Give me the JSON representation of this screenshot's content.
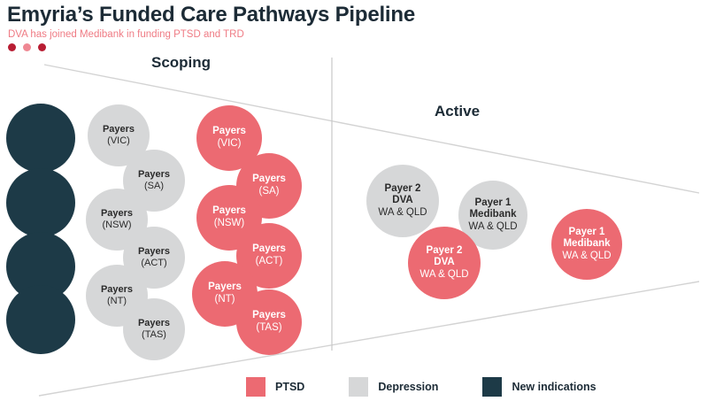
{
  "header": {
    "title": "Emyria’s Funded Care Pathways Pipeline",
    "subtitle": "DVA has joined Medibank in funding PTSD and TRD",
    "dots": [
      {
        "name": "dot-1",
        "color": "#b81d33"
      },
      {
        "name": "dot-2",
        "color": "#ef8893"
      },
      {
        "name": "dot-3",
        "color": "#b81d33"
      }
    ]
  },
  "stages": [
    {
      "id": "scoping",
      "label": "Scoping"
    },
    {
      "id": "active",
      "label": "Active"
    }
  ],
  "colors": {
    "ptsd": "#ec6a72",
    "depression": "#d6d7d8",
    "new_indications": "#1d3a47",
    "funnel_line": "#d3d3d3",
    "subtitle": "#ef7b84",
    "text_dark": "#1c2b36"
  },
  "new_indications_column": [
    {
      "name": "new-indication-bubble-1"
    },
    {
      "name": "new-indication-bubble-2"
    },
    {
      "name": "new-indication-bubble-3"
    },
    {
      "name": "new-indication-bubble-4"
    }
  ],
  "scoping_depression": [
    {
      "line1": "Payers",
      "line2": "(VIC)"
    },
    {
      "line1": "Payers",
      "line2": "(SA)"
    },
    {
      "line1": "Payers",
      "line2": "(NSW)"
    },
    {
      "line1": "Payers",
      "line2": "(ACT)"
    },
    {
      "line1": "Payers",
      "line2": "(NT)"
    },
    {
      "line1": "Payers",
      "line2": "(TAS)"
    }
  ],
  "scoping_ptsd": [
    {
      "line1": "Payers",
      "line2": "(VIC)"
    },
    {
      "line1": "Payers",
      "line2": "(SA)"
    },
    {
      "line1": "Payers",
      "line2": "(NSW)"
    },
    {
      "line1": "Payers",
      "line2": "(ACT)"
    },
    {
      "line1": "Payers",
      "line2": "(NT)"
    },
    {
      "line1": "Payers",
      "line2": "(TAS)"
    }
  ],
  "active_bubbles": [
    {
      "line1": "Payer 2",
      "line2": "DVA",
      "line3": "WA & QLD",
      "category": "depression"
    },
    {
      "line1": "Payer 1",
      "line2": "Medibank",
      "line3": "WA & QLD",
      "category": "depression"
    },
    {
      "line1": "Payer 2",
      "line2": "DVA",
      "line3": "WA & QLD",
      "category": "ptsd"
    },
    {
      "line1": "Payer 1",
      "line2": "Medibank",
      "line3": "WA & QLD",
      "category": "ptsd"
    }
  ],
  "legend": [
    {
      "label": "PTSD",
      "color": "#ec6a72"
    },
    {
      "label": "Depression",
      "color": "#d6d7d8"
    },
    {
      "label": "New indications",
      "color": "#1d3a47"
    }
  ]
}
